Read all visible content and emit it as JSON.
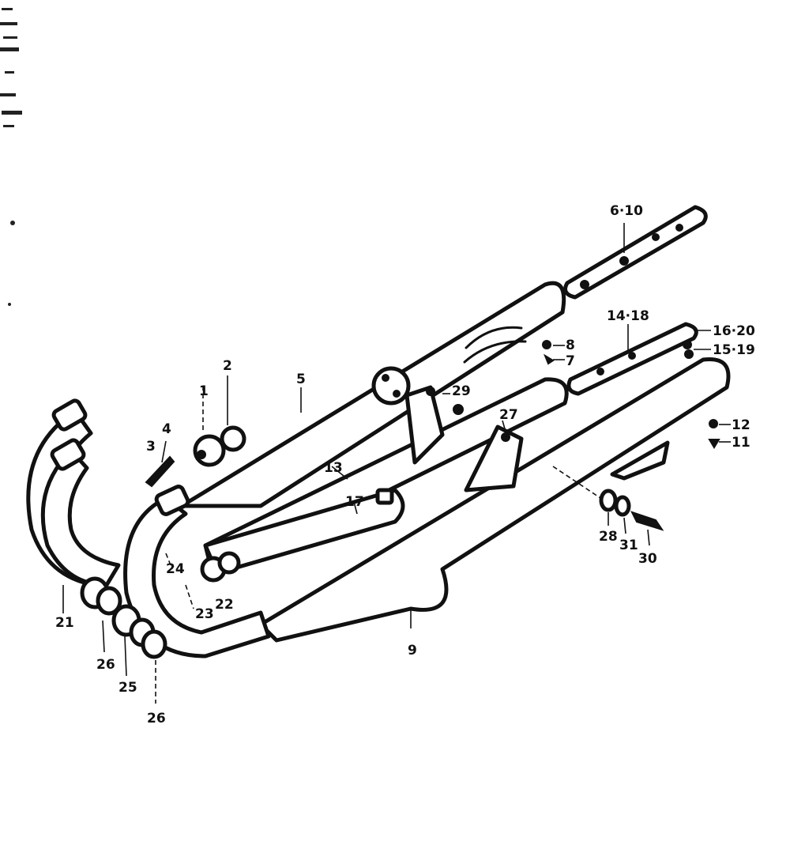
{
  "callouts": [
    {
      "id": "c1",
      "text": "1"
    },
    {
      "id": "c2",
      "text": "2"
    },
    {
      "id": "c3",
      "text": "3"
    },
    {
      "id": "c4",
      "text": "4"
    },
    {
      "id": "c5",
      "text": "5"
    },
    {
      "id": "c6-10",
      "text": "6·10"
    },
    {
      "id": "c7",
      "text": "7"
    },
    {
      "id": "c8",
      "text": "8"
    },
    {
      "id": "c9",
      "text": "9"
    },
    {
      "id": "c11",
      "text": "11"
    },
    {
      "id": "c12",
      "text": "12"
    },
    {
      "id": "c13",
      "text": "13"
    },
    {
      "id": "c14-18",
      "text": "14·18"
    },
    {
      "id": "c15-19",
      "text": "15·19"
    },
    {
      "id": "c16-20",
      "text": "16·20"
    },
    {
      "id": "c17",
      "text": "17"
    },
    {
      "id": "c21",
      "text": "21"
    },
    {
      "id": "c22",
      "text": "22"
    },
    {
      "id": "c23",
      "text": "23"
    },
    {
      "id": "c24",
      "text": "24"
    },
    {
      "id": "c25",
      "text": "25"
    },
    {
      "id": "c26a",
      "text": "26"
    },
    {
      "id": "c26b",
      "text": "26"
    },
    {
      "id": "c27",
      "text": "27"
    },
    {
      "id": "c28",
      "text": "28"
    },
    {
      "id": "c29",
      "text": "29"
    },
    {
      "id": "c30",
      "text": "30"
    },
    {
      "id": "c31",
      "text": "31"
    }
  ]
}
